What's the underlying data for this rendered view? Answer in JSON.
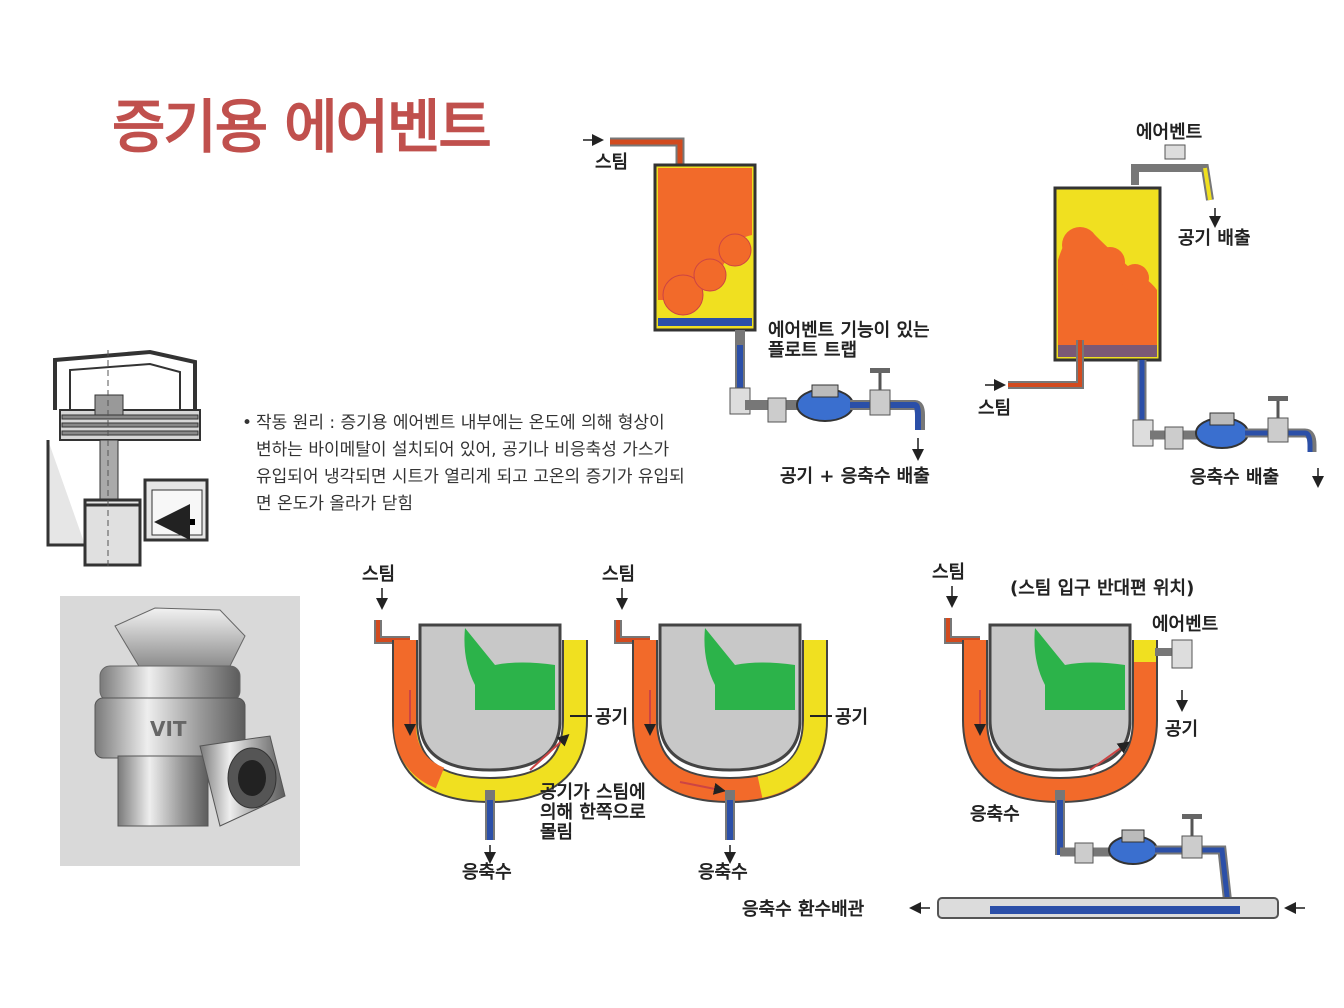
{
  "title": "증기용 에어벤트",
  "description": {
    "bullet": "•",
    "text": "작동 원리 : 증기용 에어벤트 내부에는 온도에 의해 형상이\n변하는 바이메탈이 설치되어 있어, 공기나 비응축성 가스가\n유입되어 냉각되면 시트가 열리게 되고 고온의 증기가 유입되\n면 온도가 올라가 닫힘"
  },
  "diagram_top_left": {
    "steam_label": "스팀",
    "trap_label_line1": "에어벤트 기능이 있는",
    "trap_label_line2": "플로트 트랩",
    "discharge_label": "공기 + 응축수 배출"
  },
  "diagram_top_right": {
    "air_vent_label": "에어벤트",
    "air_discharge_label": "공기 배출",
    "steam_label": "스팀",
    "condensate_discharge_label": "응축수 배출"
  },
  "diagram_bottom_1": {
    "steam_label": "스팀",
    "air_label": "공기",
    "condensate_label": "응축수"
  },
  "diagram_bottom_2": {
    "steam_label": "스팀",
    "air_label": "공기",
    "condensate_label": "응축수"
  },
  "diagram_bottom_note": {
    "line1": "공기가 스팀에",
    "line2": "의해 한쪽으로",
    "line3": "몰림"
  },
  "diagram_bottom_3": {
    "steam_label": "스팀",
    "position_note": "(스팀 입구 반대편 위치)",
    "air_vent_label": "에어벤트",
    "air_label": "공기",
    "condensate_label": "응축수",
    "return_line_label": "응축수 환수배관"
  },
  "photo": {
    "brand_marking": "VIT"
  },
  "colors": {
    "title": "#c0504d",
    "steam": "#f26a2a",
    "air": "#f0e020",
    "condensate": "#2b4fa8",
    "water": "#2cb34a",
    "body": "#c8c8c8"
  }
}
